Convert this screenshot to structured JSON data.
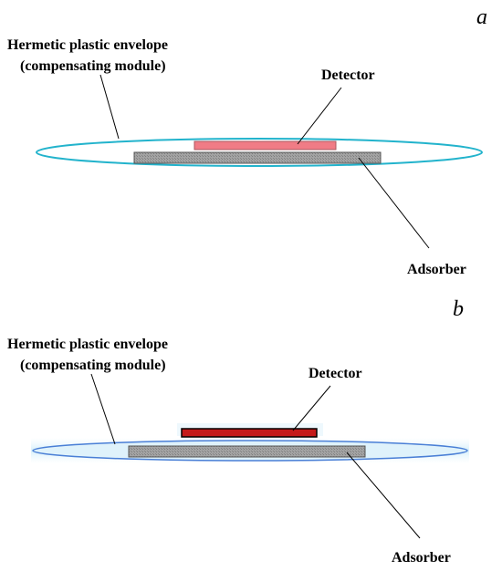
{
  "panels": [
    {
      "letter": "a",
      "envelope_label_line1": "Hermetic plastic envelope",
      "envelope_label_line2": "(compensating module)",
      "detector_label": "Detector",
      "adsorber_label": "Adsorber"
    },
    {
      "letter": "b",
      "envelope_label_line1": "Hermetic plastic envelope",
      "envelope_label_line2": "(compensating module)",
      "detector_label": "Detector",
      "adsorber_label": "Adsorber"
    }
  ],
  "colors": {
    "envelope_a_stroke": "#22b3cc",
    "envelope_b_stroke": "#4a7fd6",
    "envelope_b_fill": "#dff2fb",
    "detector_a_fill": "#f07c86",
    "detector_b_fill": "#c41a1a",
    "adsorber_fill": "#9a9a9a",
    "adsorber_stroke": "#555555"
  }
}
